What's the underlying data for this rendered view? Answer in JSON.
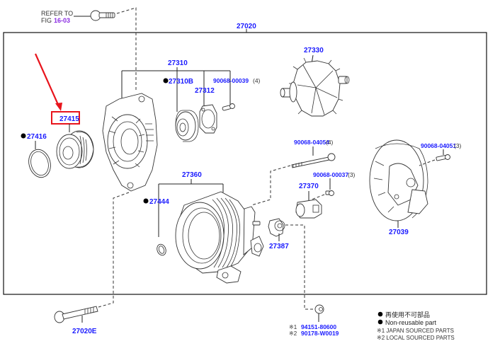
{
  "title": "Alternator assembly parts diagram",
  "accent_color": "#e8141c",
  "label_color": "#1a1aff",
  "ref_color": "#8a2be2",
  "refer": {
    "text": "REFER TO",
    "fig_prefix": "FIG",
    "fig_number": "16-03"
  },
  "assembly_label": "27020",
  "parts": {
    "p27310": {
      "number": "27310",
      "non_reusable": false
    },
    "p27310B": {
      "number": "27310B",
      "non_reusable": true
    },
    "p27312": {
      "number": "27312",
      "non_reusable": false
    },
    "p90068_00039": {
      "number": "90068-00039",
      "qty": "(4)"
    },
    "p27330": {
      "number": "27330",
      "non_reusable": false
    },
    "p27415": {
      "number": "27415",
      "highlighted": true
    },
    "p27416": {
      "number": "27416",
      "non_reusable": true
    },
    "p90068_04054": {
      "number": "90068-04054",
      "qty": "(4)"
    },
    "p90068_04051": {
      "number": "90068-04051",
      "qty": "(3)"
    },
    "p90068_00037": {
      "number": "90068-00037",
      "qty": "(3)"
    },
    "p27360": {
      "number": "27360"
    },
    "p27370": {
      "number": "27370"
    },
    "p27444": {
      "number": "27444",
      "non_reusable": true
    },
    "p27039": {
      "number": "27039"
    },
    "p27387": {
      "number": "27387"
    },
    "p27020E": {
      "number": "27020E"
    },
    "p94151": {
      "mark": "※1",
      "number": "94151-80600"
    },
    "p90178": {
      "mark": "※2",
      "number": "90178-W0019"
    }
  },
  "legend": {
    "japanese": "再使用不可部品",
    "english": "Non-reusable part",
    "note1": "※1 JAPAN SOURCED PARTS",
    "note2": "※2 LOCAL SOURCED PARTS"
  }
}
